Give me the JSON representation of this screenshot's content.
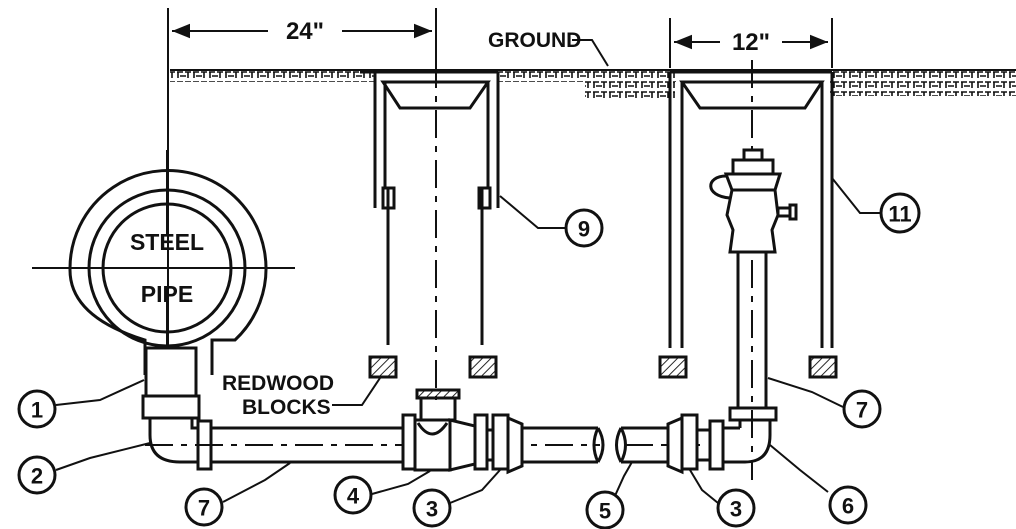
{
  "labels": {
    "dim_left": "24\"",
    "dim_right": "12\"",
    "ground": "GROUND",
    "steel": "STEEL",
    "pipe": "PIPE",
    "redwood_line1": "REDWOOD",
    "redwood_line2": "BLOCKS"
  },
  "callouts": {
    "c1": "1",
    "c2": "2",
    "c3a": "3",
    "c3b": "3",
    "c4": "4",
    "c5": "5",
    "c6": "6",
    "c7a": "7",
    "c7b": "7",
    "c9": "9",
    "c11": "11"
  }
}
